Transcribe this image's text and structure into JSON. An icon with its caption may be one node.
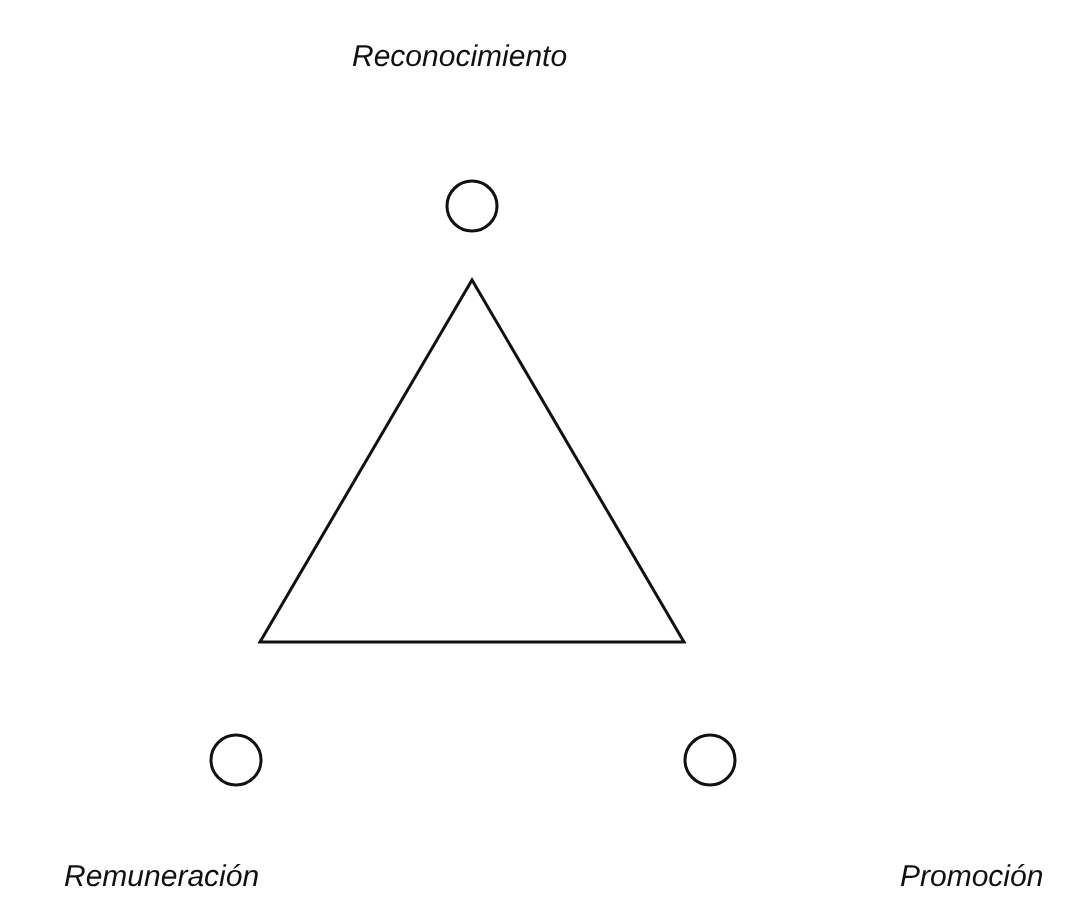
{
  "diagram": {
    "nodes": [
      {
        "text": [],
        "shape": "circle"
      },
      {
        "text": [],
        "shape": "triangle"
      },
      {
        "text": [],
        "shape": "circle"
      },
      {
        "text": [],
        "shape": "circle"
      }
    ],
    "labels": [
      "Reconocimiento",
      "Remuneración",
      "Promoción"
    ]
  }
}
